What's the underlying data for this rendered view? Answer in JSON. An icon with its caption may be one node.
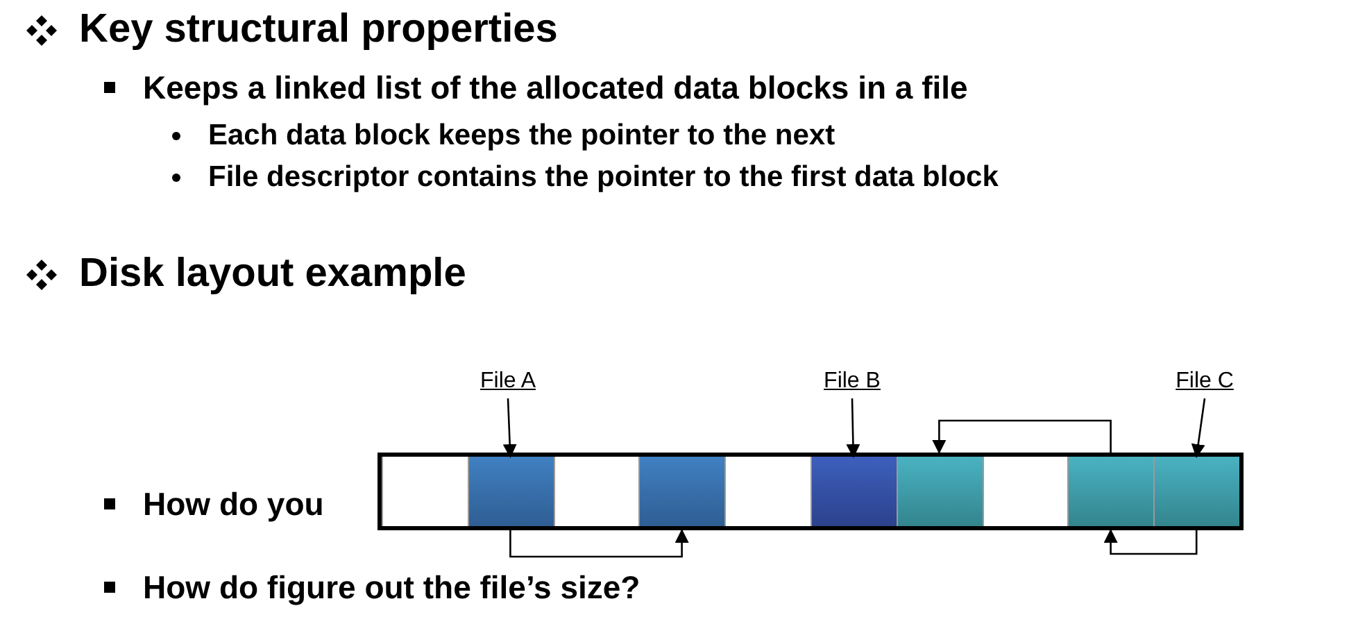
{
  "diagram": {
    "nodes": [
      {
        "text": [
          "File A"
        ]
      },
      {
        "text": [
          "File B"
        ]
      },
      {
        "text": [
          "File C"
        ]
      },
      {
        "text": [],
        "shape": "bar"
      },
      {
        "text": [],
        "shape": "box",
        "in": 3
      },
      {
        "text": [],
        "shape": "box",
        "in": 3
      },
      {
        "text": [],
        "shape": "box",
        "in": 3
      },
      {
        "text": [],
        "shape": "box",
        "in": 3
      },
      {
        "text": [],
        "shape": "box",
        "in": 3
      },
      {
        "text": [],
        "shape": "box",
        "in": 3
      },
      {
        "text": [],
        "shape": "box",
        "in": 3
      },
      {
        "text": [],
        "shape": "box",
        "in": 3
      },
      {
        "text": [],
        "shape": "box",
        "in": 3
      },
      {
        "text": [],
        "shape": "box",
        "in": 3
      }
    ],
    "edges": [
      {
        "from": 0,
        "to": 5,
        "arrow": "to"
      },
      {
        "from": 1,
        "to": 9,
        "arrow": "to"
      },
      {
        "from": 2,
        "to": 13,
        "arrow": "to"
      },
      {
        "from": 5,
        "to": 7,
        "arrow": "to"
      },
      {
        "from": 12,
        "to": 10,
        "arrow": "to"
      },
      {
        "from": 13,
        "to": 12,
        "arrow": "to"
      }
    ],
    "labels": [
      "Key structural properties",
      "Keeps a linked list of the allocated data blocks in a file",
      "Each data block keeps the pointer to the next",
      "File descriptor contains the pointer to the first data block",
      "Disk layout example",
      "How do you",
      "How do figure out the file’s size?"
    ]
  }
}
